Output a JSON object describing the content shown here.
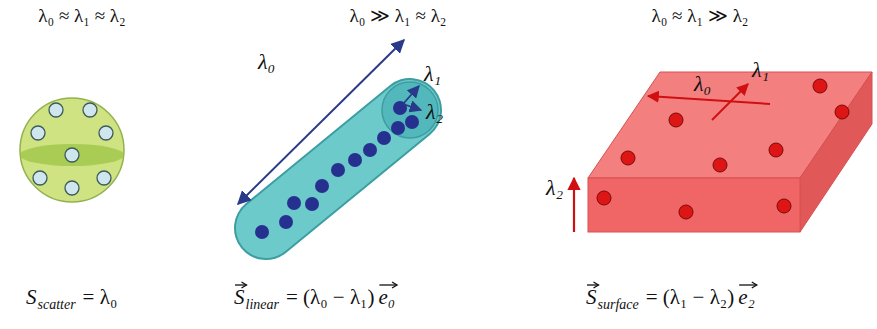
{
  "diagram": {
    "labels": [
      "λ₀ ≈ λ₁ ≈ λ₂",
      "λ₀ ≫ λ₁ ≈ λ₂",
      "λ₀ ≈ λ₁ ≫ λ₂",
      "λ₀",
      "λ₁",
      "λ₂",
      "λ₀",
      "λ₁",
      "λ₂",
      "S",
      "scatter",
      "= λ₀",
      "S",
      "linear",
      "= (λ₀ − λ₁)",
      "e₀",
      "S",
      "surface",
      "= (λ₁ − λ₂)",
      "e₂"
    ]
  }
}
